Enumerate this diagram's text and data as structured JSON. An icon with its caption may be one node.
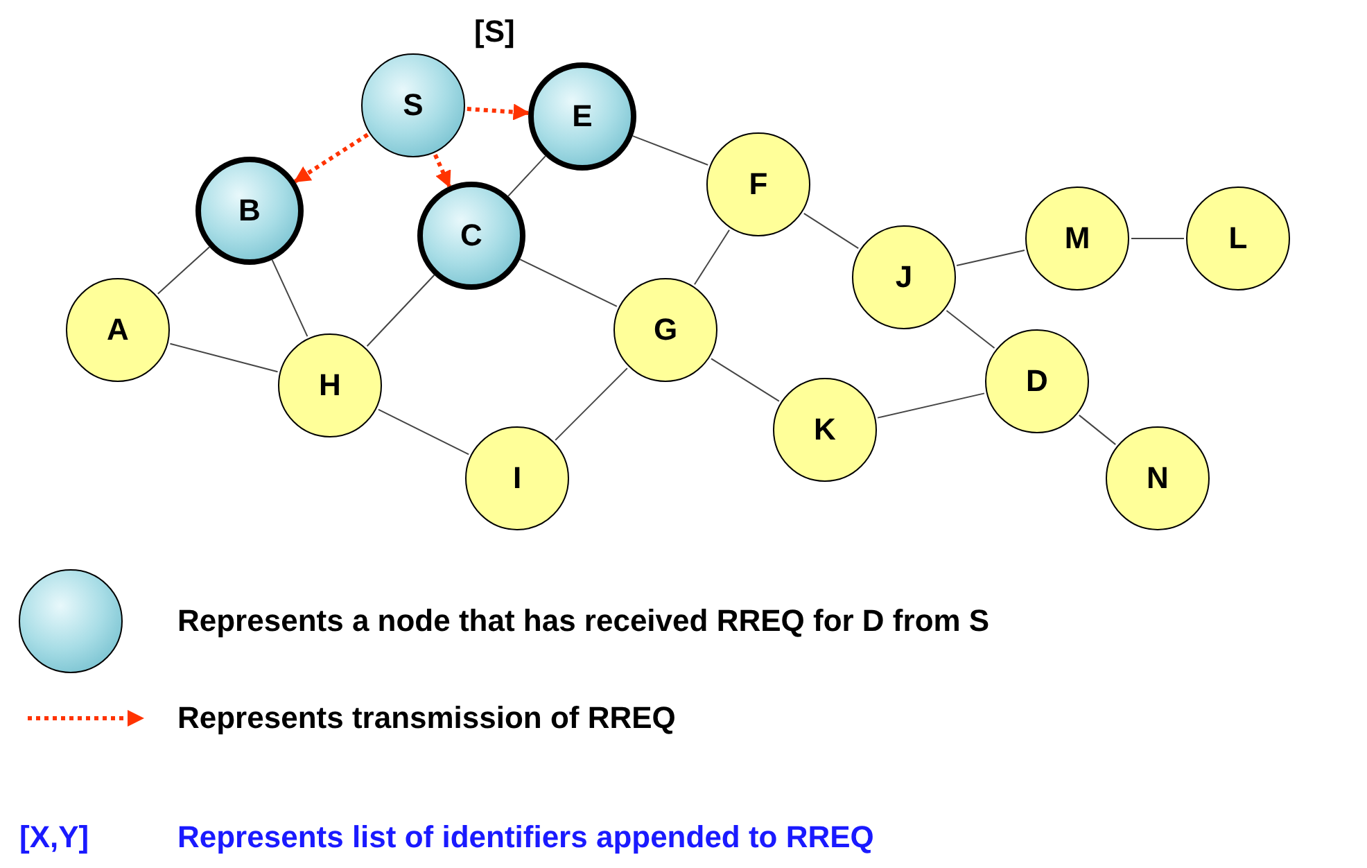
{
  "diagram": {
    "nodes": [
      {
        "text": [
          "S"
        ]
      },
      {
        "text": [
          "E"
        ],
        "beside": [
          "[S]"
        ]
      },
      {
        "text": [
          "B"
        ]
      },
      {
        "text": [
          "C"
        ]
      },
      {
        "text": [
          "F"
        ]
      },
      {
        "text": [
          "J"
        ]
      },
      {
        "text": [
          "M"
        ]
      },
      {
        "text": [
          "L"
        ]
      },
      {
        "text": [
          "A"
        ]
      },
      {
        "text": [
          "H"
        ]
      },
      {
        "text": [
          "G"
        ]
      },
      {
        "text": [
          "D"
        ]
      },
      {
        "text": [
          "K"
        ]
      },
      {
        "text": [
          "I"
        ]
      },
      {
        "text": [
          "N"
        ]
      }
    ],
    "edges": [
      {
        "from": 0,
        "to": 1,
        "arrow": "to",
        "style": "dashed",
        "color": "#ff3300"
      },
      {
        "from": 0,
        "to": 2,
        "arrow": "to",
        "style": "dashed",
        "color": "#ff3300"
      },
      {
        "from": 0,
        "to": 3,
        "arrow": "to",
        "style": "dashed",
        "color": "#ff3300"
      },
      {
        "from": 2,
        "to": 8,
        "arrow": "none"
      },
      {
        "from": 2,
        "to": 9,
        "arrow": "none"
      },
      {
        "from": 8,
        "to": 9,
        "arrow": "none"
      },
      {
        "from": 9,
        "to": 3,
        "arrow": "none"
      },
      {
        "from": 9,
        "to": 13,
        "arrow": "none"
      },
      {
        "from": 3,
        "to": 1,
        "arrow": "none"
      },
      {
        "from": 3,
        "to": 10,
        "arrow": "none"
      },
      {
        "from": 1,
        "to": 4,
        "arrow": "none"
      },
      {
        "from": 4,
        "to": 10,
        "arrow": "none"
      },
      {
        "from": 10,
        "to": 13,
        "arrow": "none"
      },
      {
        "from": 10,
        "to": 12,
        "arrow": "none"
      },
      {
        "from": 4,
        "to": 5,
        "arrow": "none"
      },
      {
        "from": 5,
        "to": 6,
        "arrow": "none"
      },
      {
        "from": 6,
        "to": 7,
        "arrow": "none"
      },
      {
        "from": 5,
        "to": 11,
        "arrow": "none"
      },
      {
        "from": 12,
        "to": 11,
        "arrow": "none"
      },
      {
        "from": 11,
        "to": 14,
        "arrow": "none"
      }
    ],
    "labels": [
      "[X,Y]",
      "Represents list of identifiers appended to RREQ"
    ],
    "legend": [
      {
        "text": "Represents a node that has received RREQ for D from S"
      },
      {
        "text": "Represents transmission of RREQ"
      }
    ]
  }
}
